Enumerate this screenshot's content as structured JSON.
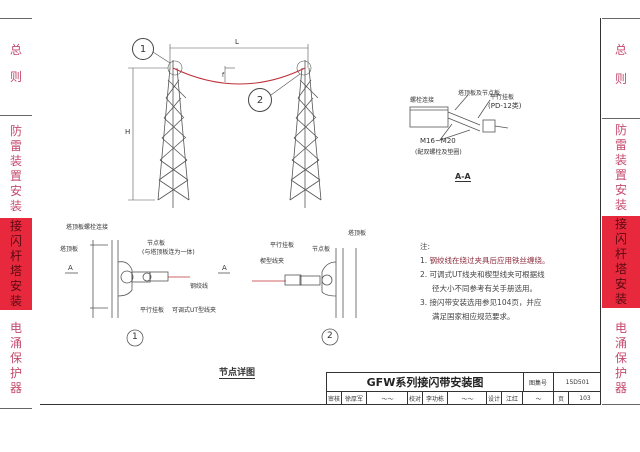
{
  "side_tabs": {
    "left": [
      {
        "label": "总则",
        "chars": [
          "总",
          "则"
        ],
        "active": false
      },
      {
        "label": "防雷装置安装",
        "chars": [
          "防",
          "雷",
          "装",
          "置",
          "安",
          "装"
        ],
        "active": false
      },
      {
        "label": "接闪杆塔安装",
        "chars": [
          "接",
          "闪",
          "杆",
          "塔",
          "安",
          "装"
        ],
        "active": true
      },
      {
        "label": "电涌保护器",
        "chars": [
          "电",
          "涌",
          "保",
          "护",
          "器"
        ],
        "active": false
      }
    ],
    "right": [
      {
        "label": "总则",
        "chars": [
          "总",
          "则"
        ],
        "active": false
      },
      {
        "label": "防雷装置安装",
        "chars": [
          "防",
          "雷",
          "装",
          "置",
          "安",
          "装"
        ],
        "active": false
      },
      {
        "label": "接闪杆塔安装",
        "chars": [
          "接",
          "闪",
          "杆",
          "塔",
          "安",
          "装"
        ],
        "active": true
      },
      {
        "label": "电涌保护器",
        "chars": [
          "电",
          "涌",
          "保",
          "护",
          "器"
        ],
        "active": false
      }
    ],
    "active_color": "#e8283c",
    "text_color": "#c44a6e"
  },
  "overview": {
    "dim_span": "L",
    "dim_height": "H",
    "dim_sag": "f",
    "detail_markers": [
      "1",
      "2"
    ]
  },
  "section_aa": {
    "title": "A-A",
    "labels": {
      "bolt_connection": "螺栓连接",
      "tower_plate": "塔顶板及节点板",
      "parallel_plate": "平行挂板",
      "parallel_plate_model": "(PD-12类)",
      "bolt_size": "M16~M20",
      "bolt_note": "(配双螺栓及垫圈)"
    }
  },
  "detail1": {
    "marker": "1",
    "labels": {
      "top_bolt": "塔顶板螺栓连接",
      "tower_top": "塔顶板",
      "node_plate": "节点板",
      "node_plate_note": "(与塔顶板连为一体)",
      "steel_strand": "钢绞线",
      "parallel_plate": "平行挂板",
      "ut_clamp": "可调式UT型线夹",
      "section_mark": "A"
    }
  },
  "detail2": {
    "marker": "2",
    "labels": {
      "tower_top": "塔顶板",
      "parallel_plate": "平行挂板",
      "node_plate": "节点板",
      "wedge_clamp": "楔型线夹"
    }
  },
  "node_detail_caption": "节点详图",
  "notes": {
    "heading": "注:",
    "items": [
      {
        "num": "1.",
        "lines": [
          "钢绞线在绕过夹具后应用铁丝缠绕。"
        ]
      },
      {
        "num": "2.",
        "lines": [
          "可调式UT线夹和楔型线夹可根据线",
          "径大小不同参考有关手册选用。"
        ]
      },
      {
        "num": "3.",
        "lines": [
          "接闪带安装选用参见104页，并应",
          "满足国家相应规范要求。"
        ]
      }
    ]
  },
  "title_block": {
    "title": "GFW系列接闪带安装图",
    "atlas_label": "图集号",
    "atlas_no": "15D501",
    "review_label": "审核",
    "reviewer": "徐厚军",
    "check_label": "校对",
    "checker": "李功栋",
    "design_label": "设计",
    "designer": "江红",
    "page_label": "页",
    "page_no": "103"
  }
}
